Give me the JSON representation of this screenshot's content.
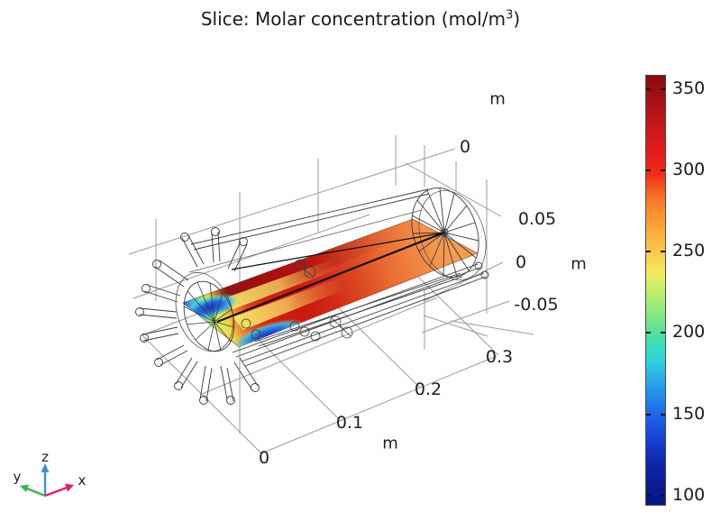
{
  "title": {
    "prefix": "Slice: Molar concentration (mol/m",
    "sup": "3",
    "suffix": ")"
  },
  "colorbar": {
    "ticks": [
      "350",
      "300",
      "250",
      "200",
      "150",
      "100"
    ],
    "colormap": "rainbow",
    "top_color": "#860b10",
    "bottom_color": "#071684"
  },
  "axes": {
    "x": {
      "ticks": [
        "0",
        "0.1",
        "0.2",
        "0.3"
      ],
      "unit": "m"
    },
    "y": {
      "ticks": [
        "0.05",
        "0",
        "-0.05"
      ],
      "unit": "m"
    },
    "z": {
      "ticks": [
        "0"
      ],
      "unit": "m"
    }
  },
  "triad": {
    "x": "x",
    "y": "y",
    "z": "z",
    "x_color": "#e11d73",
    "y_color": "#44b04a",
    "z_color": "#3f8fd6"
  },
  "chart_data": {
    "type": "heatmap",
    "title": "Slice: Molar concentration (mol/m³)",
    "colorbar": {
      "label_values": [
        350,
        300,
        250,
        200,
        150,
        100
      ],
      "range": [
        93,
        358
      ],
      "colormap": "rainbow"
    },
    "x_axis": {
      "ticks": [
        0,
        0.1,
        0.2,
        0.3
      ],
      "unit": "m"
    },
    "y_axis": {
      "ticks": [
        0.05,
        0,
        -0.05
      ],
      "unit": "m"
    },
    "z_axis": {
      "ticks": [
        0
      ],
      "unit": "m"
    },
    "description": "Horizontal slice through axis of a tubular reactor; low concentration (~100-180 mol/m³, blue) at inlet injector jets, rising through green/yellow streaks to ~340-350 mol/m³ (dark red) mid-length, relaxing to ~300 mol/m³ (orange) at the outlet.",
    "slice_profile_along_axis": [
      {
        "x_m": 0.0,
        "value": 120
      },
      {
        "x_m": 0.02,
        "value": 180
      },
      {
        "x_m": 0.05,
        "value": 250
      },
      {
        "x_m": 0.1,
        "value": 330
      },
      {
        "x_m": 0.15,
        "value": 345
      },
      {
        "x_m": 0.2,
        "value": 335
      },
      {
        "x_m": 0.25,
        "value": 315
      },
      {
        "x_m": 0.3,
        "value": 300
      }
    ]
  }
}
